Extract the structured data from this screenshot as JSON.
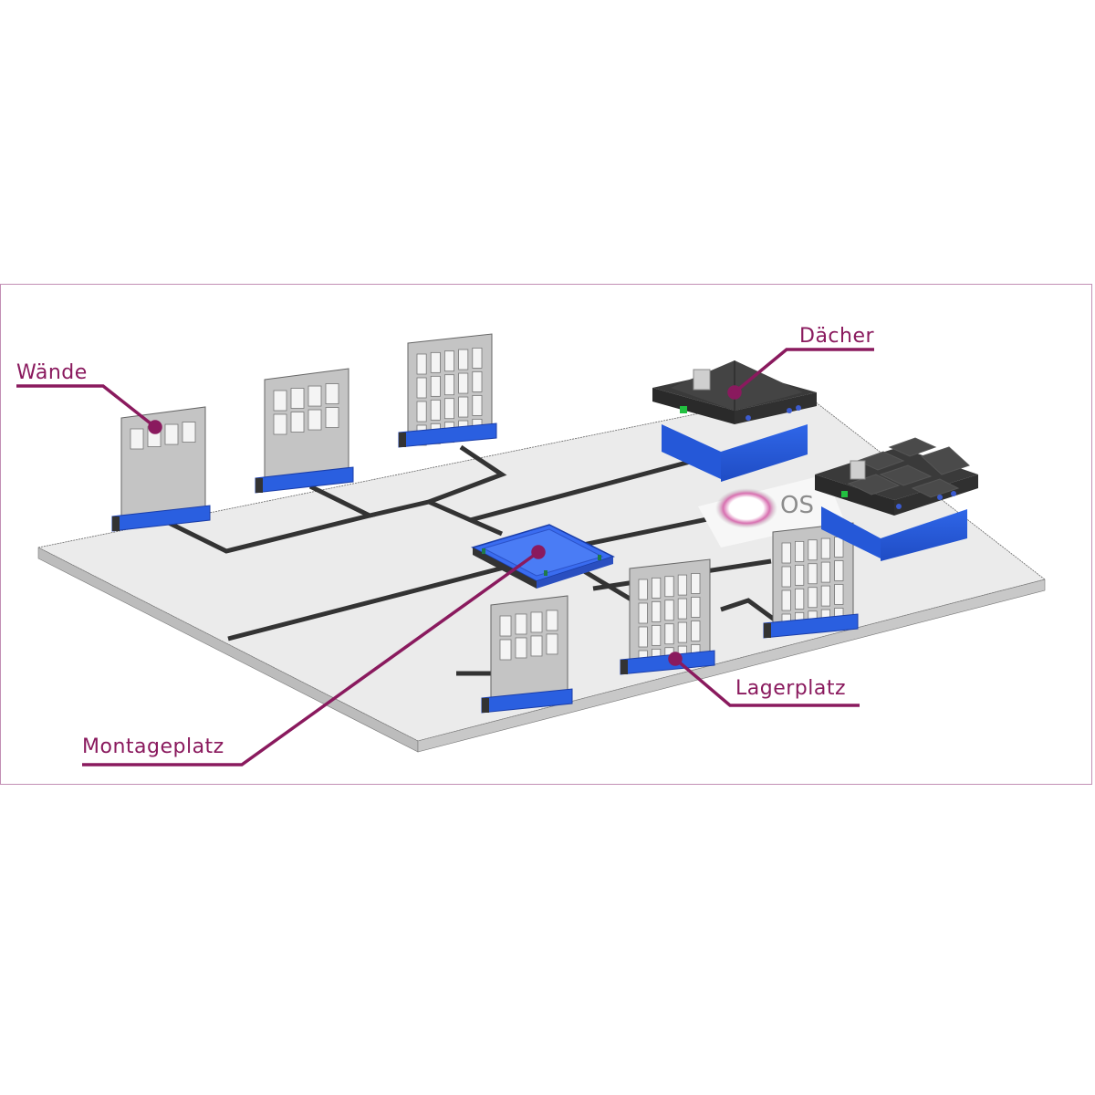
{
  "diagram": {
    "accent_color": "#8a1a5e",
    "frame_color": "#c28fb4",
    "board_color": "#ebebeb",
    "module_color": "#2a5fe0",
    "labels": {
      "walls": "Wände",
      "roofs": "Dächer",
      "assembly": "Montageplatz",
      "storage": "Lagerplatz"
    },
    "logo_text": "OS"
  }
}
